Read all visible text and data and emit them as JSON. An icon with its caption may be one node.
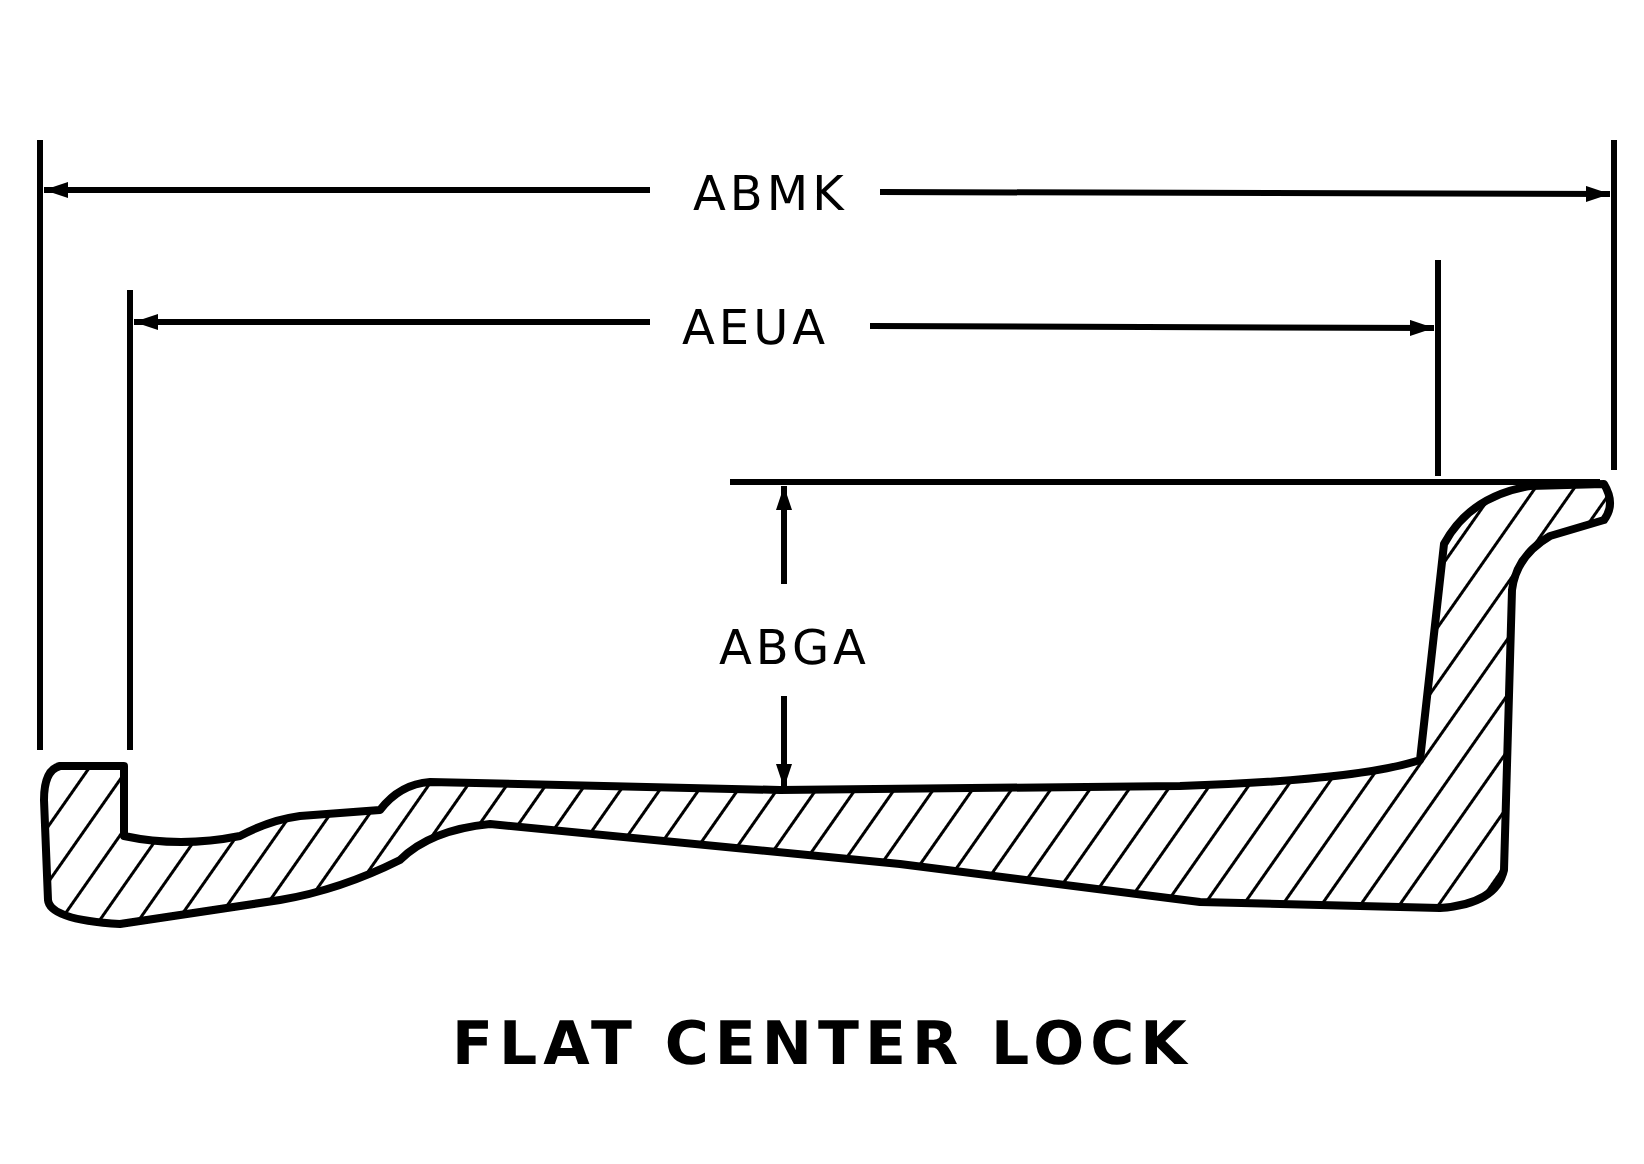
{
  "diagram": {
    "caption": "FLAT CENTER LOCK",
    "labels": [
      "ABMK",
      "AEUA",
      "ABGA"
    ]
  }
}
